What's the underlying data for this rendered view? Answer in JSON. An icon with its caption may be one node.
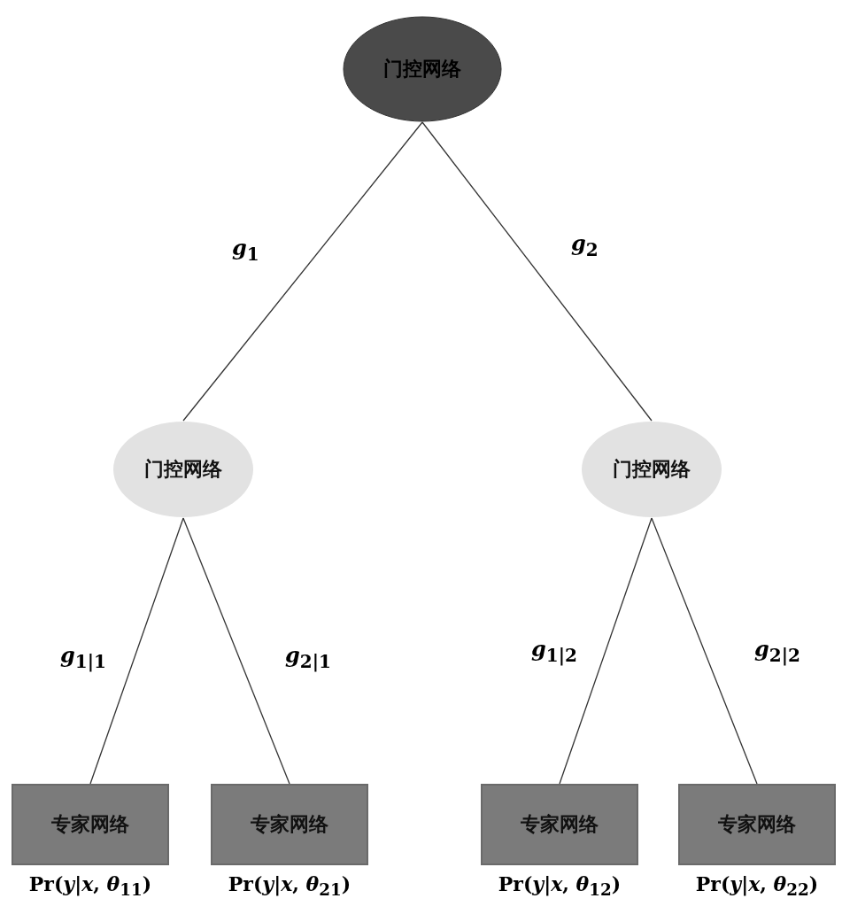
{
  "diagram": {
    "nodes": [
      {
        "text": [
          "门控网络"
        ]
      },
      {
        "text": [
          "门控网络"
        ]
      },
      {
        "text": [
          "门控网络"
        ]
      },
      {
        "text": [
          "专家网络"
        ],
        "beside": [
          "Pr(*y*|*x*, *θ*$_{11}$)"
        ]
      },
      {
        "text": [
          "专家网络"
        ],
        "beside": [
          "Pr(*y*|*x*, *θ*$_{21}$)"
        ]
      },
      {
        "text": [
          "专家网络"
        ],
        "beside": [
          "Pr(*y*|*x*, *θ*$_{12}$)"
        ]
      },
      {
        "text": [
          "专家网络"
        ],
        "beside": [
          "Pr(*y*|*x*, *θ*$_{22}$)"
        ]
      }
    ],
    "edges": [
      {
        "from": 0,
        "to": 1,
        "arrow": "none",
        "label": "*g*$_{1}$"
      },
      {
        "from": 0,
        "to": 2,
        "arrow": "none",
        "label": "*g*$_{2}$"
      },
      {
        "from": 1,
        "to": 3,
        "arrow": "none",
        "label": "*g*$_{1|1}$"
      },
      {
        "from": 1,
        "to": 4,
        "arrow": "none",
        "label": "*g*$_{2|1}$"
      },
      {
        "from": 2,
        "to": 5,
        "arrow": "none",
        "label": "*g*$_{1|2}$"
      },
      {
        "from": 2,
        "to": 6,
        "arrow": "none",
        "label": "*g*$_{2|2}$"
      }
    ]
  }
}
